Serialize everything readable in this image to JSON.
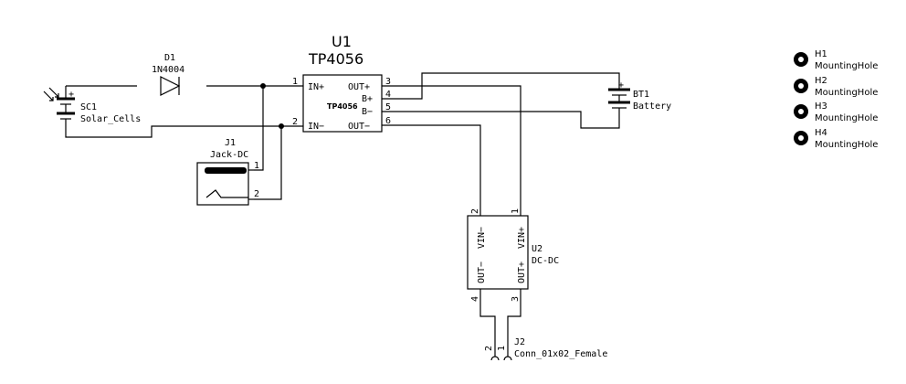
{
  "u1": {
    "ref": "U1",
    "value": "TP4056",
    "inner": "TP4056",
    "pins": {
      "in_plus": "IN+",
      "in_minus": "IN−",
      "out_plus": "OUT+",
      "b_plus": "B+",
      "b_minus": "B−",
      "out_minus": "OUT−"
    },
    "pin_numbers": {
      "p1": "1",
      "p2": "2",
      "p3": "3",
      "p4": "4",
      "p5": "5",
      "p6": "6"
    }
  },
  "d1": {
    "ref": "D1",
    "value": "1N4004"
  },
  "sc1": {
    "ref": "SC1",
    "value": "Solar_Cells",
    "plus": "+"
  },
  "j1": {
    "ref": "J1",
    "value": "Jack-DC",
    "pin1": "1",
    "pin2": "2"
  },
  "bt1": {
    "ref": "BT1",
    "value": "Battery",
    "plus": "+"
  },
  "u2": {
    "ref": "U2",
    "value": "DC-DC",
    "pins": {
      "vin_minus": "VIN−",
      "vin_plus": "VIN+",
      "out_minus": "OUT−",
      "out_plus": "OUT+"
    },
    "pin_numbers": {
      "p1": "1",
      "p2": "2",
      "p3": "3",
      "p4": "4"
    }
  },
  "j2": {
    "ref": "J2",
    "value": "Conn_01x02_Female",
    "pin1": "1",
    "pin2": "2"
  },
  "holes": [
    {
      "ref": "H1",
      "value": "MountingHole"
    },
    {
      "ref": "H2",
      "value": "MountingHole"
    },
    {
      "ref": "H3",
      "value": "MountingHole"
    },
    {
      "ref": "H4",
      "value": "MountingHole"
    }
  ]
}
